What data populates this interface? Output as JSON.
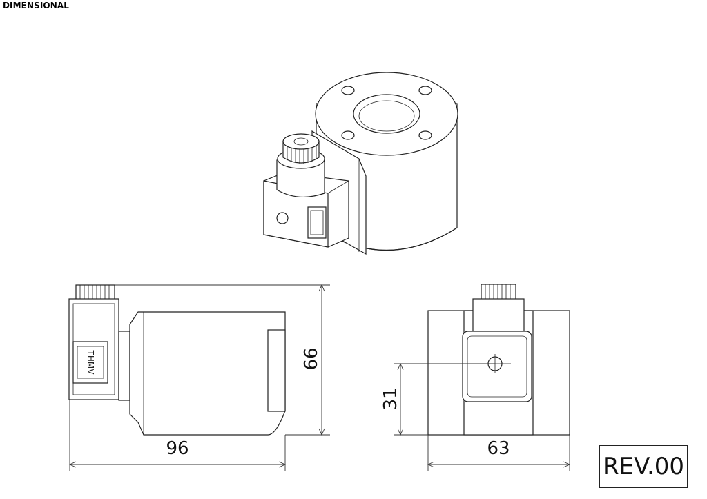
{
  "header": {
    "title": "DIMENSIONAL"
  },
  "dimensions": {
    "length": "96",
    "height": "66",
    "width": "63",
    "center_height": "31"
  },
  "brand_label": "THMV",
  "revision": "REV.00"
}
